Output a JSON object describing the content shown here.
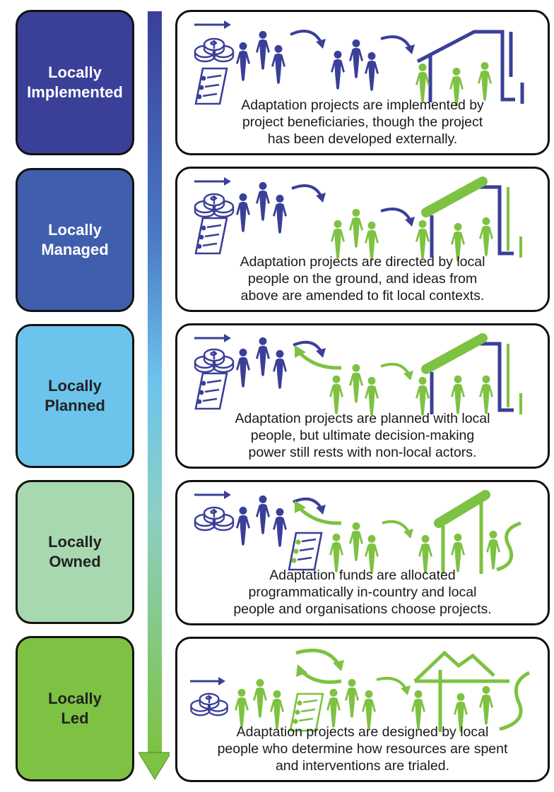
{
  "title": "Spectrum of local adaptation approaches",
  "colors": {
    "blue_dark": "#3a3f98",
    "blue_medium": "#3f5fad",
    "blue_light": "#6cc4ec",
    "green_light": "#a8d8b0",
    "green": "#7dc242",
    "figure_blue": "#3a3f98",
    "figure_green": "#7dc242"
  },
  "scale_arrow": {
    "direction": "down",
    "gradient_from": "#3a3f98",
    "gradient_to": "#7dc242"
  },
  "levels": [
    {
      "label_line1": "Locally",
      "label_line2": "Implemented",
      "label_color": "#3a3f98",
      "text_color": "#ffffff",
      "description": [
        "Adaptation projects are implemented by",
        "project beneficiaries, though the project",
        "has been developed externally."
      ]
    },
    {
      "label_line1": "Locally",
      "label_line2": "Managed",
      "label_color": "#3f5fad",
      "text_color": "#ffffff",
      "description": [
        "Adaptation projects are directed by local",
        "people on the ground, and ideas from",
        "above are amended to fit local contexts."
      ]
    },
    {
      "label_line1": "Locally",
      "label_line2": "Planned",
      "label_color": "#6cc4ec",
      "text_color": "#222222",
      "description": [
        "Adaptation projects are planned with local",
        "people, but ultimate decision-making",
        "power still rests with non-local actors."
      ]
    },
    {
      "label_line1": "Locally",
      "label_line2": "Owned",
      "label_color": "#a8d8b0",
      "text_color": "#222222",
      "description": [
        "Adaptation funds are allocated",
        "programmatically in-country and local",
        "people and organisations choose projects."
      ]
    },
    {
      "label_line1": "Locally",
      "label_line2": "Led",
      "label_color": "#7dc242",
      "text_color": "#222222",
      "description": [
        "Adaptation projects are designed by local",
        "people who determine how resources are spent",
        "and interventions are trialed."
      ]
    }
  ]
}
